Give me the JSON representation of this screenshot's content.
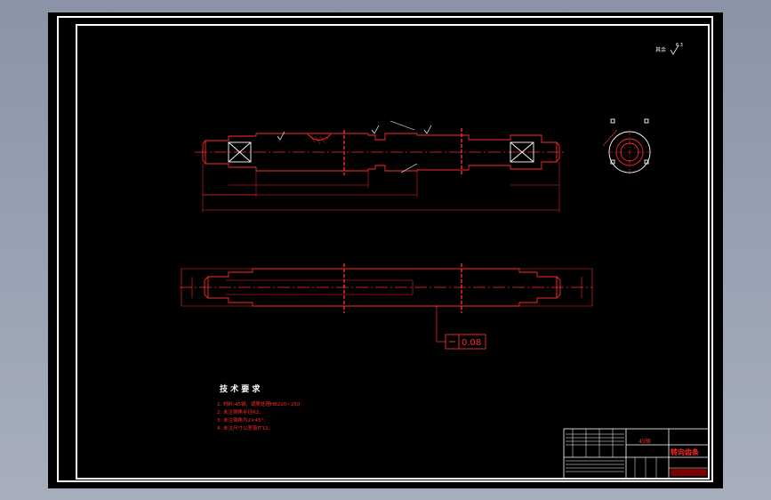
{
  "annotations": {
    "view_label": "其余",
    "roughness_value": "6.3",
    "tolerance_value": "0.08"
  },
  "tech_requirements": {
    "title": "技 术 要 求",
    "items": [
      "1. 材料:45钢，调质处理HB220~250;",
      "2. 未注倒角半径R2;",
      "3. 未注倒角为2×45°;",
      "4. 未注尺寸公差按IT12。"
    ]
  },
  "title_block": {
    "material": "45钢",
    "drawing_name": "转向齿条"
  },
  "colors": {
    "background": "#000000",
    "frame": "#ffffff",
    "geometry": "#ff2a2a"
  }
}
